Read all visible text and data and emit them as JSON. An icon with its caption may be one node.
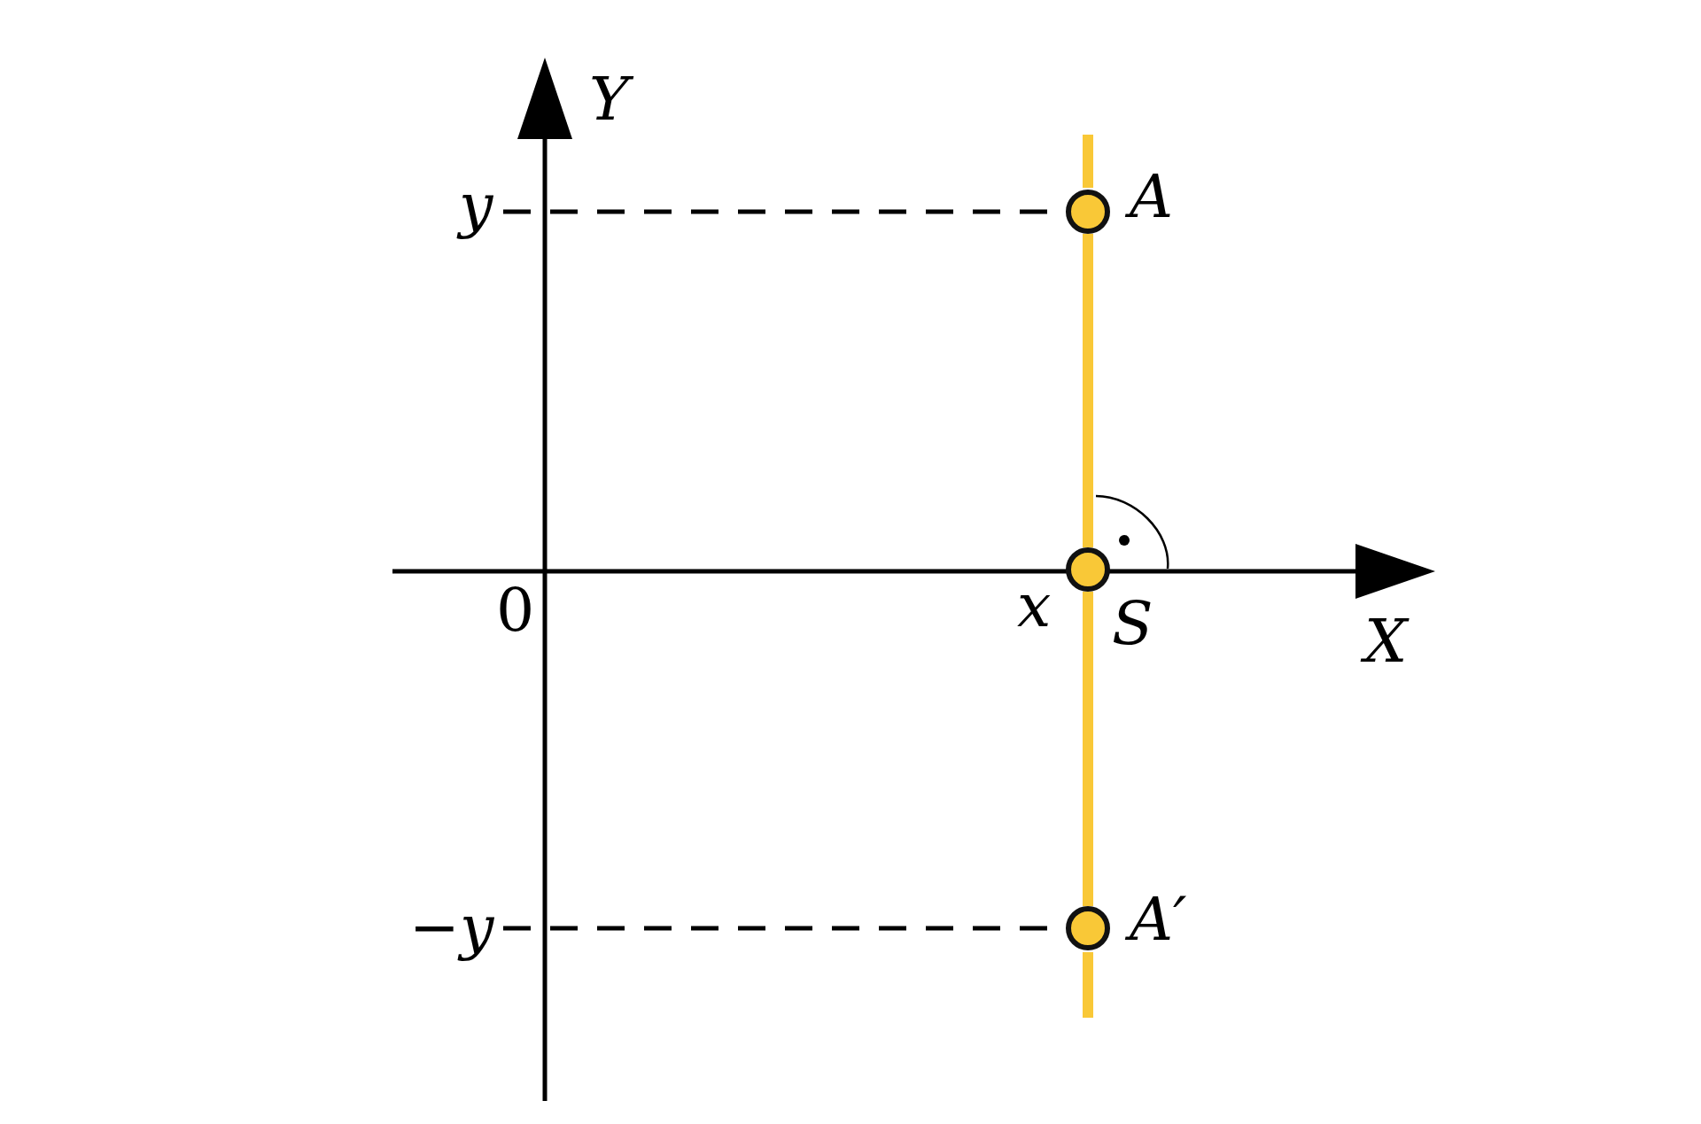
{
  "diagram": {
    "nodes": [
      {
        "text": [
          "y"
        ]
      },
      {
        "text": [],
        "shape": "circle",
        "beside": [
          "A"
        ]
      },
      {
        "text": [],
        "shape": "circle",
        "beside": [
          "S"
        ]
      },
      {
        "text": [
          "−y"
        ]
      },
      {
        "text": [],
        "shape": "circle",
        "beside": [
          "A′"
        ]
      }
    ],
    "edges": [
      {
        "from": 0,
        "to": 1,
        "arrow": "none",
        "style": "dashed"
      },
      {
        "from": 1,
        "to": 2,
        "arrow": "none",
        "style": "thick",
        "color": "#f9c837"
      },
      {
        "from": 2,
        "to": 4,
        "arrow": "none",
        "style": "thick",
        "color": "#f9c837"
      },
      {
        "from": 3,
        "to": 4,
        "arrow": "none",
        "style": "dashed"
      }
    ],
    "labels": [
      "Y",
      "0",
      "x",
      "X"
    ]
  }
}
